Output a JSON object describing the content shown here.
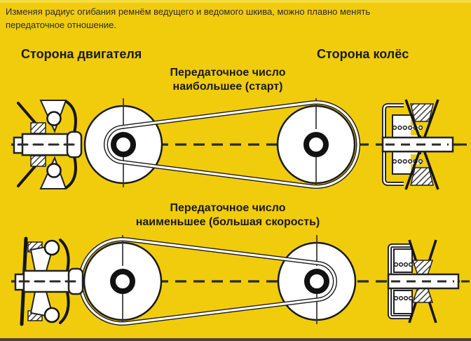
{
  "colors": {
    "background": "#F0CC0C",
    "top_strip": "#F6DC45",
    "bottom_strip": "#49453B",
    "ink": "#1A1A1A",
    "text": "#2B2B2B",
    "pulley_fill": "#FFFFFF"
  },
  "intro": {
    "line1": "Изменяя радиус огибания ремнём ведущего и ведомого шкива, можно плавно менять",
    "line2": "передаточное отношение."
  },
  "headers": {
    "engine_side": "Сторона двигателя",
    "wheel_side": "Сторона колёс"
  },
  "diagrams": {
    "start": {
      "caption_line1": "Передаточное число",
      "caption_line2": "наибольшее (старт)"
    },
    "speed": {
      "caption_line1": "Передаточное число",
      "caption_line2": "наименьшее (большая скорость)"
    }
  }
}
